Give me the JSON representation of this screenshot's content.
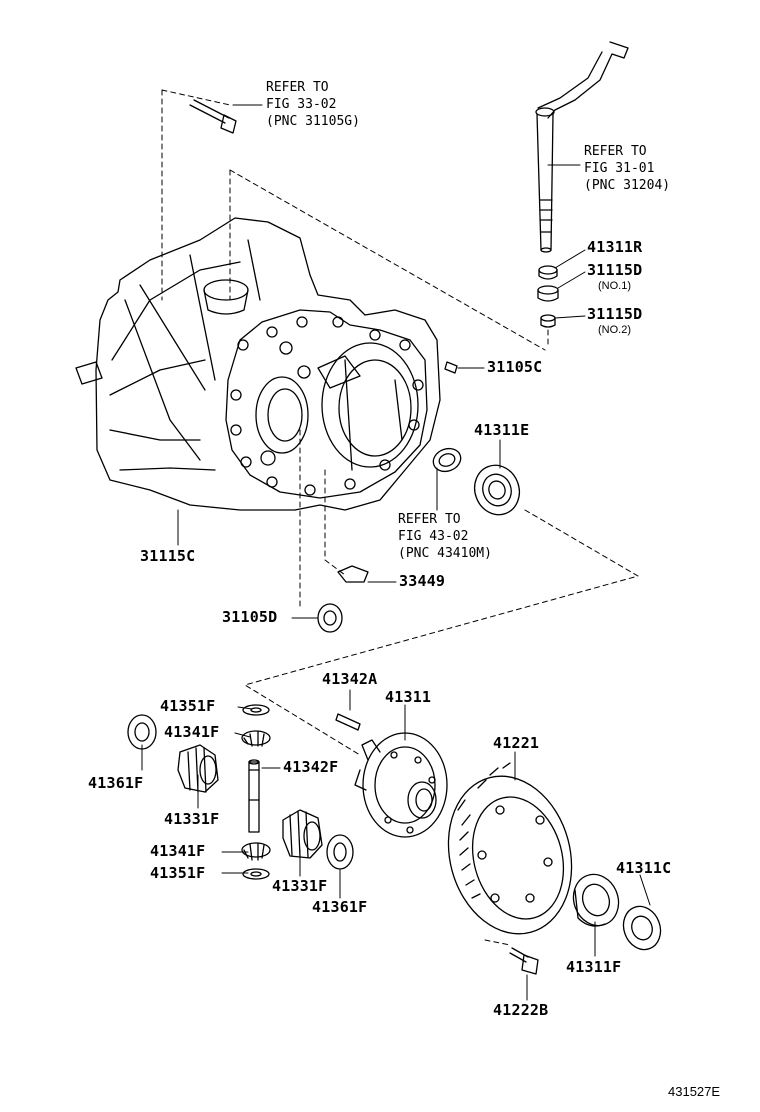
{
  "figure_id": "431527E",
  "refs": {
    "top_bolt": "REFER TO\nFIG 33-02\n(PNC 31105G)",
    "shift_lever": "REFER TO\nFIG 31-01\n(PNC 31204)",
    "output_shaft": "REFER TO\nFIG 43-02\n(PNC 43410M)"
  },
  "notes": {
    "no1": "(NO.1)",
    "no2": "(NO.2)"
  },
  "parts": {
    "p41311R": "41311R",
    "p31115D_a": "31115D",
    "p31115D_b": "31115D",
    "p31105C": "31105C",
    "p41311E": "41311E",
    "p31115C": "31115C",
    "p33449": "33449",
    "p31105D": "31105D",
    "p41342A": "41342A",
    "p41311": "41311",
    "p41351F_a": "41351F",
    "p41341F_a": "41341F",
    "p41342F": "41342F",
    "p41361F_a": "41361F",
    "p41331F_a": "41331F",
    "p41221": "41221",
    "p41341F_b": "41341F",
    "p41351F_b": "41351F",
    "p41331F_b": "41331F",
    "p41361F_b": "41361F",
    "p41311C": "41311C",
    "p41311F": "41311F",
    "p41222B": "41222B"
  }
}
